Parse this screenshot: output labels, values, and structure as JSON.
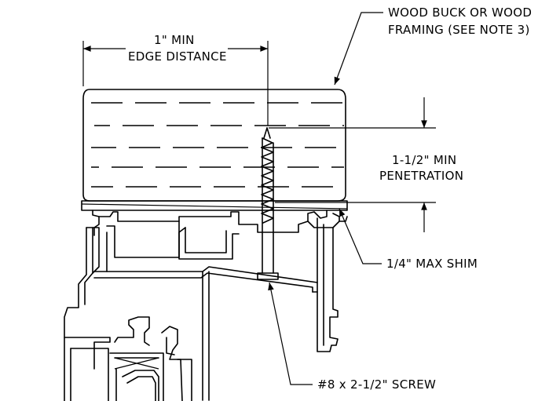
{
  "labels": {
    "edge_distance_line1": "1\" MIN",
    "edge_distance_line2": "EDGE DISTANCE",
    "wood_buck_line1": "WOOD BUCK OR WOOD",
    "wood_buck_line2": "FRAMING (SEE NOTE 3)",
    "penetration_line1": "1-1/2\" MIN",
    "penetration_line2": "PENETRATION",
    "shim": "1/4\" MAX SHIM",
    "screw": "#8 x 2-1/2\" SCREW"
  },
  "colors": {
    "line": "#000000",
    "background": "#ffffff"
  }
}
